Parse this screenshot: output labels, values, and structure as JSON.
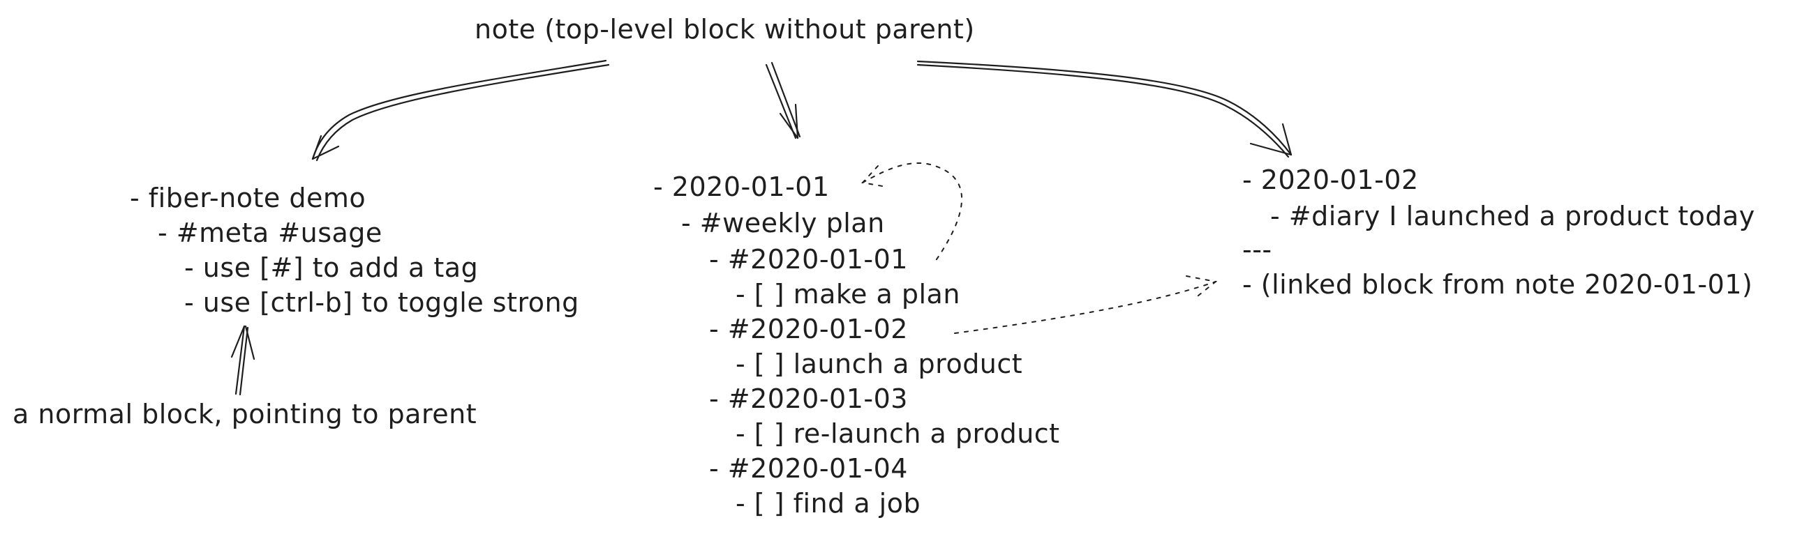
{
  "root": {
    "title": "note (top-level block without parent)"
  },
  "left": {
    "lines": [
      "- fiber-note demo",
      "- #meta #usage",
      "- use [#] to add a tag",
      "- use [ctrl-b] to toggle strong"
    ],
    "caption": "a normal block, pointing to parent"
  },
  "middle": {
    "lines": [
      "- 2020-01-01",
      "- #weekly plan",
      "- #2020-01-01",
      "- [ ] make a plan",
      "- #2020-01-02",
      "- [ ] launch a product",
      "- #2020-01-03",
      "- [ ] re-launch a product",
      "- #2020-01-04",
      "- [ ] find a job"
    ]
  },
  "right": {
    "lines": [
      "- 2020-01-02",
      "- #diary I launched a product today",
      "---",
      "- (linked block from note 2020-01-01)"
    ]
  },
  "colors": {
    "ink": "#1e1e1e",
    "background": "#ffffff"
  }
}
